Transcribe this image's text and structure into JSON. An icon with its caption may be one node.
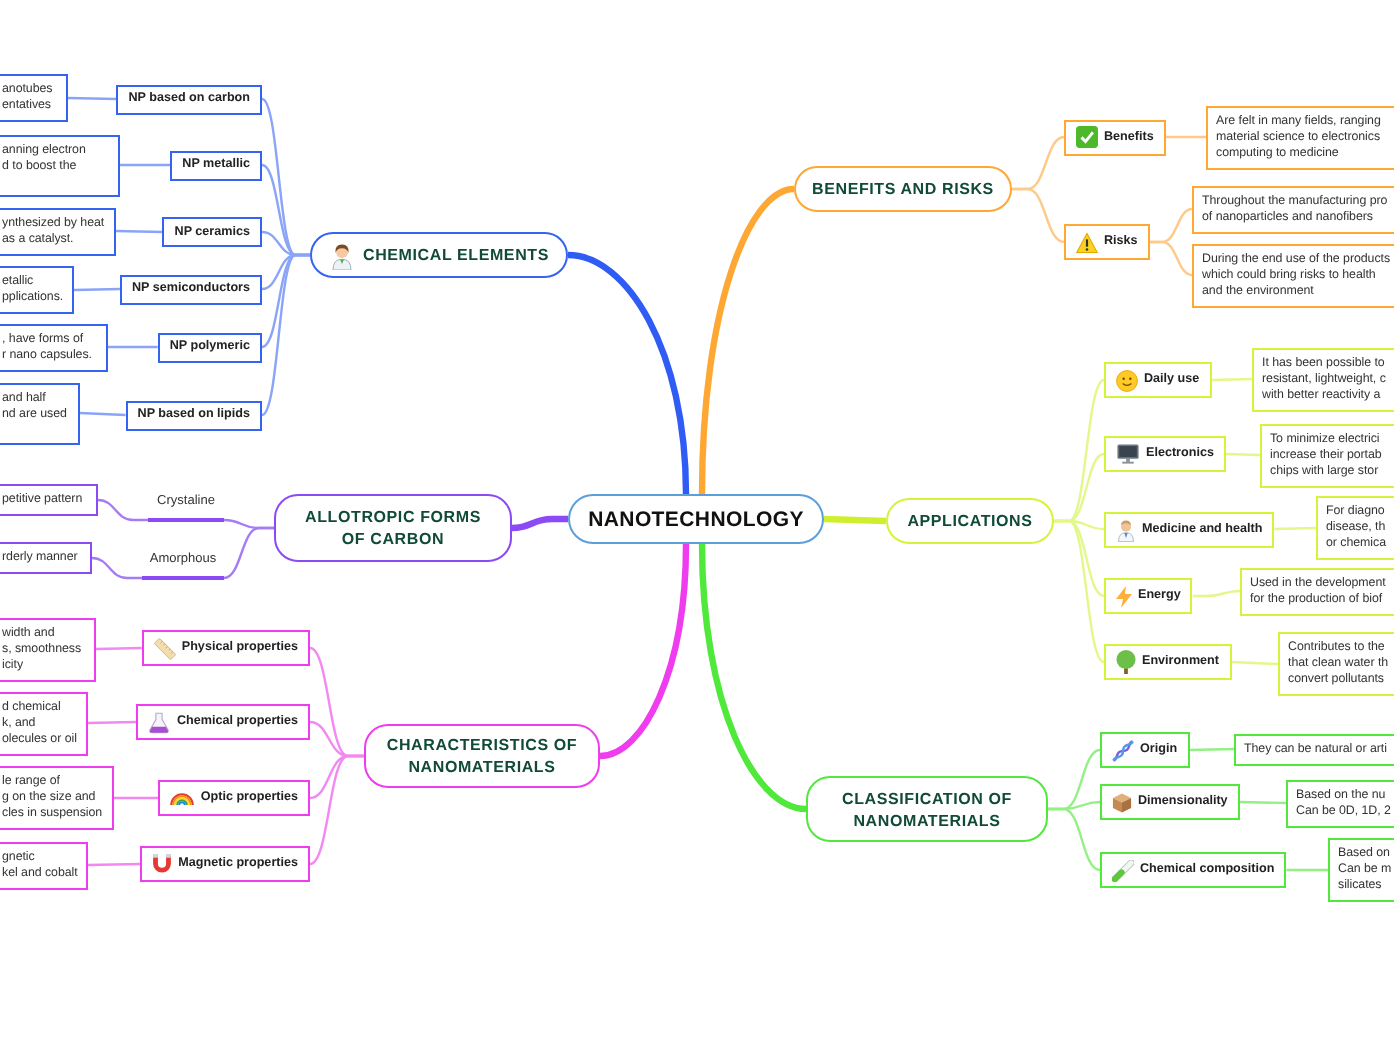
{
  "diagram": {
    "nodes": [
      {
        "text": [
          "NANOTECHNOLOGY"
        ]
      },
      {
        "text": [
          "CHEMICAL ELEMENTS"
        ]
      },
      {
        "text": [
          "NP based on carbon"
        ]
      },
      {
        "text": [
          "anotubes entatives"
        ]
      },
      {
        "text": [
          "NP metallic"
        ]
      },
      {
        "text": [
          "anning electron d to boost the"
        ]
      },
      {
        "text": [
          "NP ceramics"
        ]
      },
      {
        "text": [
          "ynthesized by heat as a catalyst."
        ]
      },
      {
        "text": [
          "NP semiconductors"
        ]
      },
      {
        "text": [
          "etallic pplications."
        ]
      },
      {
        "text": [
          "NP polymeric"
        ]
      },
      {
        "text": [
          ", have forms of r nano capsules."
        ]
      },
      {
        "text": [
          "NP based on lipids"
        ]
      },
      {
        "text": [
          "and half nd are used"
        ]
      },
      {
        "text": [
          "ALLOTROPIC FORMS OF CARBON"
        ]
      },
      {
        "text": [
          "Crystaline"
        ]
      },
      {
        "text": [
          "petitive pattern"
        ]
      },
      {
        "text": [
          "Amorphous"
        ]
      },
      {
        "text": [
          "rderly manner"
        ]
      },
      {
        "text": [
          "CHARACTERISTICS OF NANOMATERIALS"
        ]
      },
      {
        "text": [
          "Physical properties"
        ]
      },
      {
        "text": [
          "width and s, smoothness icity"
        ]
      },
      {
        "text": [
          "Chemical properties"
        ]
      },
      {
        "text": [
          "d chemical k, and olecules or oil"
        ]
      },
      {
        "text": [
          "Optic properties"
        ]
      },
      {
        "text": [
          "le range of g on the size and cles in suspension"
        ]
      },
      {
        "text": [
          "Magnetic properties"
        ]
      },
      {
        "text": [
          "gnetic kel and cobalt"
        ]
      },
      {
        "text": [
          "BENEFITS AND RISKS"
        ]
      },
      {
        "text": [
          "Benefits"
        ]
      },
      {
        "text": [
          "Are felt in many fields, ranging material science to electronics computing to medicine"
        ]
      },
      {
        "text": [
          "Risks"
        ]
      },
      {
        "text": [
          "Throughout the manufacturing pro of nanoparticles and nanofibers"
        ]
      },
      {
        "text": [
          "During the end use of the products which could bring risks to health and the environment"
        ]
      },
      {
        "text": [
          "APPLICATIONS"
        ]
      },
      {
        "text": [
          "Daily use"
        ]
      },
      {
        "text": [
          "It has been possible to resistant, lightweight, c with better reactivity a"
        ]
      },
      {
        "text": [
          "Electronics"
        ]
      },
      {
        "text": [
          "To minimize electrici increase their portab chips with large stor"
        ]
      },
      {
        "text": [
          "Medicine and health"
        ]
      },
      {
        "text": [
          "For diagno disease, th or chemica"
        ]
      },
      {
        "text": [
          "Energy"
        ]
      },
      {
        "text": [
          "Used in the development for the production of biof"
        ]
      },
      {
        "text": [
          "Environment"
        ]
      },
      {
        "text": [
          "Contributes to the that clean water th convert pollutants"
        ]
      },
      {
        "text": [
          "CLASSIFICATION OF NANOMATERIALS"
        ]
      },
      {
        "text": [
          "Origin"
        ]
      },
      {
        "text": [
          "They can be natural or arti"
        ]
      },
      {
        "text": [
          "Dimensionality"
        ]
      },
      {
        "text": [
          "Based on the nu Can be 0D, 1D, 2"
        ]
      },
      {
        "text": [
          "Chemical composition"
        ]
      },
      {
        "text": [
          "Based on Can be m silicates"
        ]
      }
    ],
    "edges": [
      {
        "from": 0,
        "to": 1,
        "arrow": "none",
        "style": "thick",
        "color": "#2f5cf5"
      },
      {
        "from": 1,
        "to": 2,
        "arrow": "none",
        "color": "#8aa4f8"
      },
      {
        "from": 2,
        "to": 3,
        "arrow": "none",
        "color": "#8aa4f8"
      },
      {
        "from": 1,
        "to": 4,
        "arrow": "none",
        "color": "#8aa4f8"
      },
      {
        "from": 4,
        "to": 5,
        "arrow": "none",
        "color": "#8aa4f8"
      },
      {
        "from": 1,
        "to": 6,
        "arrow": "none",
        "color": "#8aa4f8"
      },
      {
        "from": 6,
        "to": 7,
        "arrow": "none",
        "color": "#8aa4f8"
      },
      {
        "from": 1,
        "to": 8,
        "arrow": "none",
        "color": "#8aa4f8"
      },
      {
        "from": 8,
        "to": 9,
        "arrow": "none",
        "color": "#8aa4f8"
      },
      {
        "from": 1,
        "to": 10,
        "arrow": "none",
        "color": "#8aa4f8"
      },
      {
        "from": 10,
        "to": 11,
        "arrow": "none",
        "color": "#8aa4f8"
      },
      {
        "from": 1,
        "to": 12,
        "arrow": "none",
        "color": "#8aa4f8"
      },
      {
        "from": 12,
        "to": 13,
        "arrow": "none",
        "color": "#8aa4f8"
      },
      {
        "from": 0,
        "to": 14,
        "arrow": "none",
        "style": "thick",
        "color": "#8b4af3"
      },
      {
        "from": 14,
        "to": 15,
        "arrow": "none",
        "color": "#a57cf6"
      },
      {
        "from": 15,
        "to": 16,
        "arrow": "none",
        "color": "#a57cf6"
      },
      {
        "from": 14,
        "to": 17,
        "arrow": "none",
        "color": "#a57cf6"
      },
      {
        "from": 17,
        "to": 18,
        "arrow": "none",
        "color": "#a57cf6"
      },
      {
        "from": 0,
        "to": 19,
        "arrow": "none",
        "style": "thick",
        "color": "#ee3cee"
      },
      {
        "from": 19,
        "to": 20,
        "arrow": "none",
        "color": "#f388f3"
      },
      {
        "from": 20,
        "to": 21,
        "arrow": "none",
        "color": "#f388f3"
      },
      {
        "from": 19,
        "to": 22,
        "arrow": "none",
        "color": "#f388f3"
      },
      {
        "from": 22,
        "to": 23,
        "arrow": "none",
        "color": "#f388f3"
      },
      {
        "from": 19,
        "to": 24,
        "arrow": "none",
        "color": "#f388f3"
      },
      {
        "from": 24,
        "to": 25,
        "arrow": "none",
        "color": "#f388f3"
      },
      {
        "from": 19,
        "to": 26,
        "arrow": "none",
        "color": "#f388f3"
      },
      {
        "from": 26,
        "to": 27,
        "arrow": "none",
        "color": "#f388f3"
      },
      {
        "from": 0,
        "to": 28,
        "arrow": "none",
        "style": "thick",
        "color": "#ffa733"
      },
      {
        "from": 28,
        "to": 29,
        "arrow": "none",
        "color": "#ffc987"
      },
      {
        "from": 29,
        "to": 30,
        "arrow": "none",
        "color": "#ffc987"
      },
      {
        "from": 28,
        "to": 31,
        "arrow": "none",
        "color": "#ffc987"
      },
      {
        "from": 31,
        "to": 32,
        "arrow": "none",
        "color": "#ffc987"
      },
      {
        "from": 31,
        "to": 33,
        "arrow": "none",
        "color": "#ffc987"
      },
      {
        "from": 0,
        "to": 34,
        "arrow": "none",
        "style": "thick",
        "color": "#cfee2e"
      },
      {
        "from": 34,
        "to": 35,
        "arrow": "none",
        "color": "#e2f88a"
      },
      {
        "from": 35,
        "to": 36,
        "arrow": "none",
        "color": "#e2f88a"
      },
      {
        "from": 34,
        "to": 37,
        "arrow": "none",
        "color": "#e2f88a"
      },
      {
        "from": 37,
        "to": 38,
        "arrow": "none",
        "color": "#e2f88a"
      },
      {
        "from": 34,
        "to": 39,
        "arrow": "none",
        "color": "#e2f88a"
      },
      {
        "from": 39,
        "to": 40,
        "arrow": "none",
        "color": "#e2f88a"
      },
      {
        "from": 34,
        "to": 41,
        "arrow": "none",
        "color": "#e2f88a"
      },
      {
        "from": 41,
        "to": 42,
        "arrow": "none",
        "color": "#e2f88a"
      },
      {
        "from": 34,
        "to": 43,
        "arrow": "none",
        "color": "#e2f88a"
      },
      {
        "from": 43,
        "to": 44,
        "arrow": "none",
        "color": "#e2f88a"
      },
      {
        "from": 0,
        "to": 45,
        "arrow": "none",
        "style": "thick",
        "color": "#51e83c"
      },
      {
        "from": 45,
        "to": 46,
        "arrow": "none",
        "color": "#93f084"
      },
      {
        "from": 46,
        "to": 47,
        "arrow": "none",
        "color": "#93f084"
      },
      {
        "from": 45,
        "to": 48,
        "arrow": "none",
        "color": "#93f084"
      },
      {
        "from": 48,
        "to": 49,
        "arrow": "none",
        "color": "#93f084"
      },
      {
        "from": 45,
        "to": 50,
        "arrow": "none",
        "color": "#93f084"
      },
      {
        "from": 50,
        "to": 51,
        "arrow": "none",
        "color": "#93f084"
      }
    ]
  }
}
